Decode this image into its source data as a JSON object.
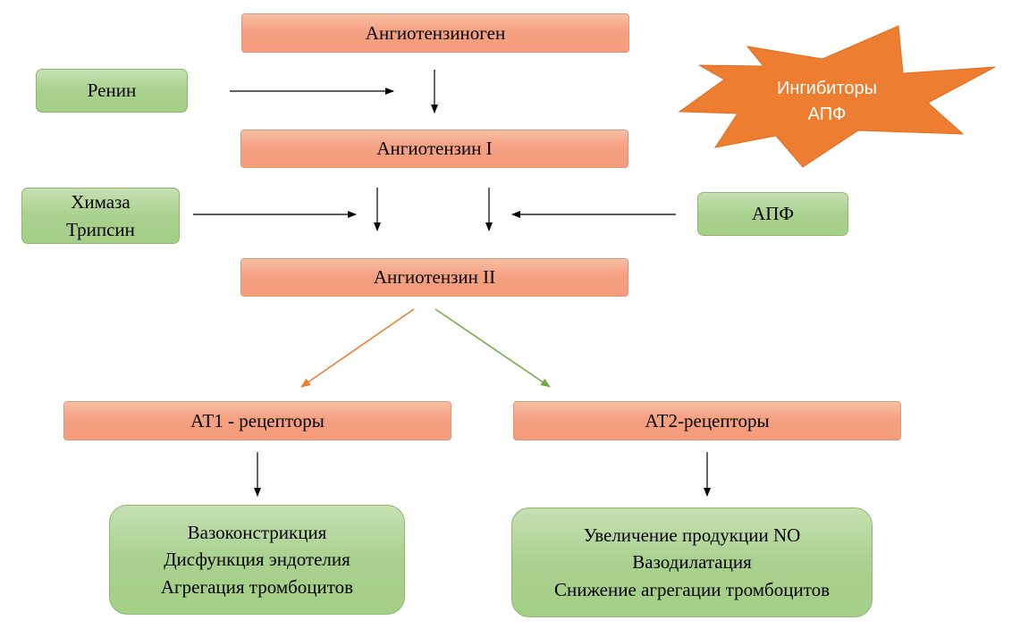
{
  "nodes": {
    "angiotensinogen": "Ангиотензиноген",
    "renin": "Ренин",
    "angiotensin_1": "Ангиотензин I",
    "chymase": "Химаза",
    "trypsin": "Трипсин",
    "ace": "АПФ",
    "angiotensin_2": "Ангиотензин II",
    "at1_receptors": "АТ1 - рецепторы",
    "at2_receptors": "АТ2-рецепторы"
  },
  "ace_inhibitors": {
    "line1": "Ингибиторы",
    "line2": "АПФ",
    "fill_color": "#ed7d31",
    "text_color": "#ffffff"
  },
  "at1_effects": [
    "Вазоконстрикция",
    "Дисфункция эндотелия",
    "Агрегация тромбоцитов"
  ],
  "at2_effects": [
    "Увеличение продукции NO",
    "Вазодилатация",
    "Снижение агрегации тромбоцитов"
  ],
  "colors": {
    "salmon_box": "#f4a081",
    "green_box": "#a9d18e",
    "arrow_default": "#000000",
    "arrow_at1": "#ed7d31",
    "arrow_at2": "#70ad47"
  }
}
